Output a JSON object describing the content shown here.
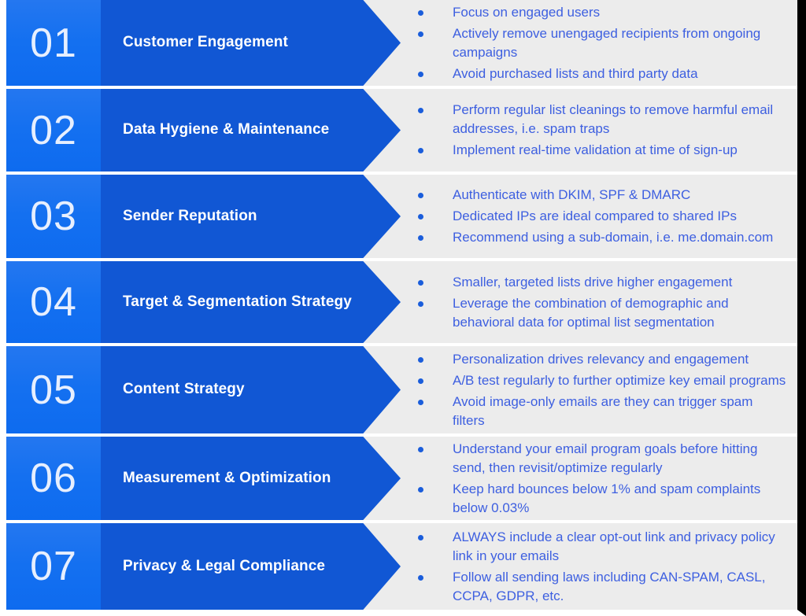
{
  "infographic": {
    "theme": {
      "number_block_color": "#1470f0",
      "arrow_color": "#1157d4",
      "panel_background": "#ececec",
      "bullet_text_color": "#3d5fe0",
      "bullet_dot_color": "#1a5ddb",
      "title_text_color": "#ffffff",
      "number_text_color": "#eef4ff",
      "frame_border_color": "#000000"
    },
    "rows": [
      {
        "number": "01",
        "title": "Customer Engagement",
        "bullets": [
          "Focus on engaged users",
          "Actively remove unengaged recipients from ongoing campaigns",
          "Avoid purchased lists and third party data"
        ]
      },
      {
        "number": "02",
        "title": "Data Hygiene & Maintenance",
        "bullets": [
          "Perform regular list cleanings to remove harmful email addresses, i.e. spam traps",
          "Implement real-time validation at time of sign-up"
        ]
      },
      {
        "number": "03",
        "title": "Sender Reputation",
        "bullets": [
          "Authenticate with DKIM, SPF & DMARC",
          "Dedicated IPs are ideal compared to shared IPs",
          "Recommend using a sub-domain, i.e. me.domain.com"
        ]
      },
      {
        "number": "04",
        "title": "Target & Segmentation Strategy",
        "bullets": [
          "Smaller, targeted lists drive higher engagement",
          "Leverage the combination of demographic and behavioral data for optimal list segmentation"
        ]
      },
      {
        "number": "05",
        "title": "Content Strategy",
        "bullets": [
          "Personalization drives relevancy and engagement",
          "A/B test regularly to further optimize key email programs",
          "Avoid image-only emails are they can trigger spam filters"
        ]
      },
      {
        "number": "06",
        "title": "Measurement & Optimization",
        "bullets": [
          "Understand your email program goals before hitting send, then revisit/optimize regularly",
          "Keep hard bounces below 1% and spam complaints below 0.03%"
        ]
      },
      {
        "number": "07",
        "title": "Privacy & Legal Compliance",
        "bullets": [
          "ALWAYS include a clear opt-out link and privacy policy link in your emails",
          "Follow all sending laws including CAN-SPAM, CASL, CCPA, GDPR, etc."
        ]
      }
    ]
  }
}
